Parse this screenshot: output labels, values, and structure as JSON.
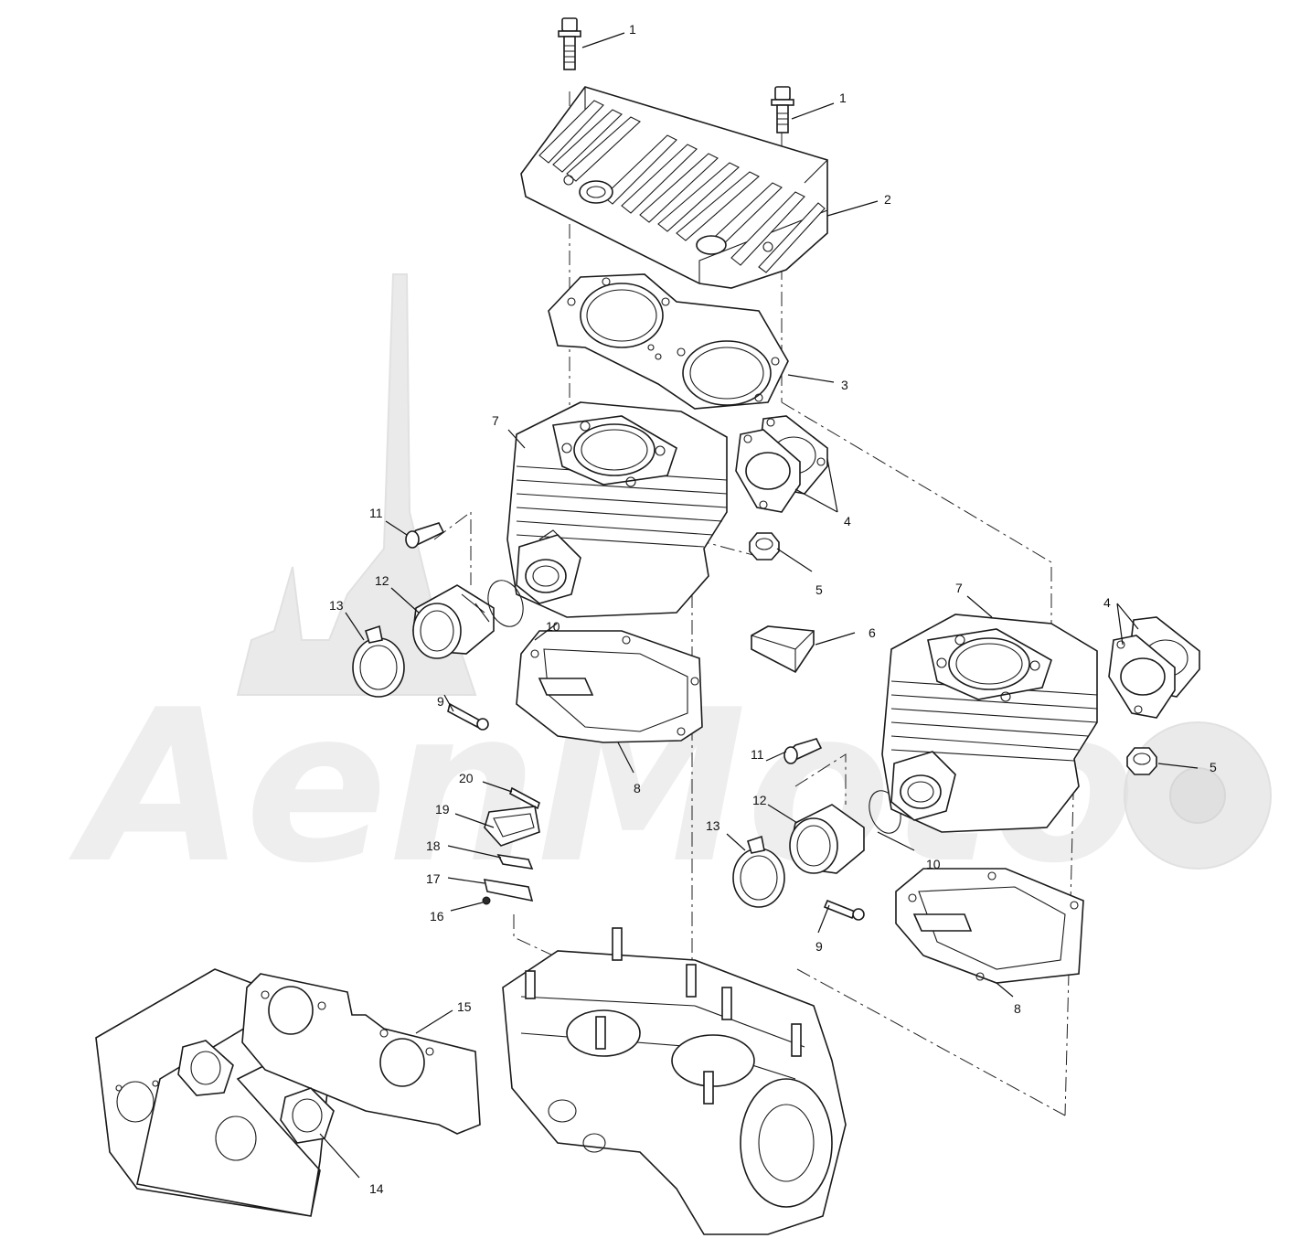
{
  "watermark": {
    "text": "AenMoto"
  },
  "callouts": [
    {
      "id": "c1a",
      "label": "1"
    },
    {
      "id": "c1b",
      "label": "1"
    },
    {
      "id": "c2",
      "label": "2"
    },
    {
      "id": "c3",
      "label": "3"
    },
    {
      "id": "c4a",
      "label": "4"
    },
    {
      "id": "c4b",
      "label": "4"
    },
    {
      "id": "c5a",
      "label": "5"
    },
    {
      "id": "c5b",
      "label": "5"
    },
    {
      "id": "c6",
      "label": "6"
    },
    {
      "id": "c7a",
      "label": "7"
    },
    {
      "id": "c7b",
      "label": "7"
    },
    {
      "id": "c8a",
      "label": "8"
    },
    {
      "id": "c8b",
      "label": "8"
    },
    {
      "id": "c9a",
      "label": "9"
    },
    {
      "id": "c9b",
      "label": "9"
    },
    {
      "id": "c10a",
      "label": "10"
    },
    {
      "id": "c10b",
      "label": "10"
    },
    {
      "id": "c11a",
      "label": "11"
    },
    {
      "id": "c11b",
      "label": "11"
    },
    {
      "id": "c12a",
      "label": "12"
    },
    {
      "id": "c12b",
      "label": "12"
    },
    {
      "id": "c13a",
      "label": "13"
    },
    {
      "id": "c13b",
      "label": "13"
    },
    {
      "id": "c14",
      "label": "14"
    },
    {
      "id": "c15",
      "label": "15"
    },
    {
      "id": "c16",
      "label": "16"
    },
    {
      "id": "c17",
      "label": "17"
    },
    {
      "id": "c18",
      "label": "18"
    },
    {
      "id": "c19",
      "label": "19"
    },
    {
      "id": "c20",
      "label": "20"
    }
  ]
}
